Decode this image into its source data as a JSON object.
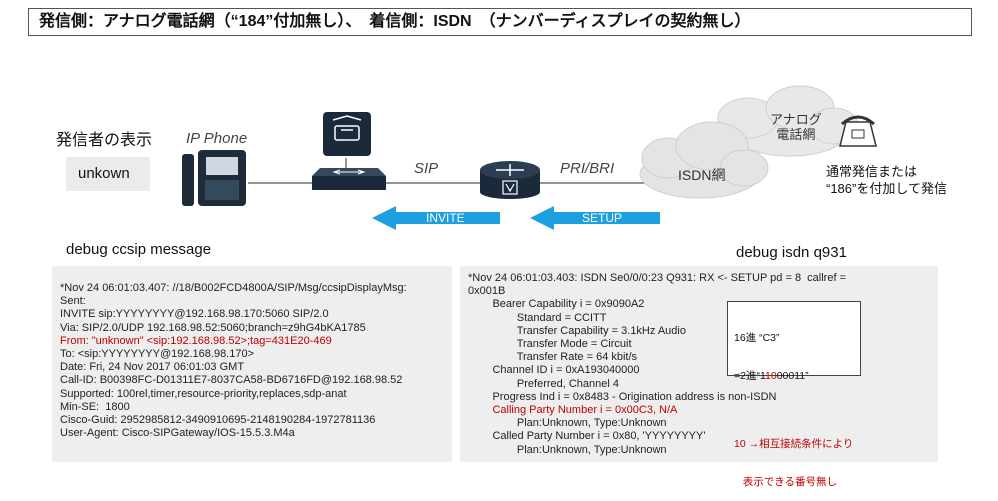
{
  "title": "発信側：アナログ電話網（“184”付加無し）、　着信側：ISDN　（ナンバーディスプレイの契約無し）",
  "caller_display": {
    "label": "発信者の表示",
    "value": "unkown"
  },
  "ip_phone_label": "IP Phone",
  "sip_label": "SIP",
  "pri_label": "PRI/BRI",
  "isdn_cloud": "ISDN網",
  "analog_cloud": [
    "アナログ",
    "電話網"
  ],
  "calling_note": [
    "通常発信または",
    "“186”を付加して発信"
  ],
  "invite_arrow": "INVITE",
  "setup_arrow": "SETUP",
  "debug_left_title": "debug ccsip message",
  "debug_right_title": "debug isdn q931",
  "ccsip_lines": [
    {
      "text": "*Nov 24 06:01:03.407: //18/B002FCD4800A/SIP/Msg/ccsipDisplayMsg:",
      "red": false
    },
    {
      "text": "Sent:",
      "red": false
    },
    {
      "text": "INVITE sip:YYYYYYYY@192.168.98.170:5060 SIP/2.0",
      "red": false
    },
    {
      "text": "Via: SIP/2.0/UDP 192.168.98.52:5060;branch=z9hG4bKA1785",
      "red": false
    },
    {
      "text": "From: \"unknown\" <sip:192.168.98.52>;tag=431E20-469",
      "red": true
    },
    {
      "text": "To: <sip:YYYYYYYY@192.168.98.170>",
      "red": false
    },
    {
      "text": "Date: Fri, 24 Nov 2017 06:01:03 GMT",
      "red": false
    },
    {
      "text": "Call-ID: B00398FC-D01311E7-8037CA58-BD6716FD@192.168.98.52",
      "red": false
    },
    {
      "text": "Supported: 100rel,timer,resource-priority,replaces,sdp-anat",
      "red": false
    },
    {
      "text": "Min-SE:  1800",
      "red": false
    },
    {
      "text": "Cisco-Guid: 2952985812-3490910695-2148190284-1972781136",
      "red": false
    },
    {
      "text": "User-Agent: Cisco-SIPGateway/IOS-15.5.3.M4a",
      "red": false
    }
  ],
  "q931_lines": [
    {
      "text": "*Nov 24 06:01:03.403: ISDN Se0/0/0:23 Q931: RX <- SETUP pd = 8  callref =",
      "red": false
    },
    {
      "text": "0x001B",
      "red": false
    },
    {
      "text": "        Bearer Capability i = 0x9090A2",
      "red": false
    },
    {
      "text": "                Standard = CCITT",
      "red": false
    },
    {
      "text": "                Transfer Capability = 3.1kHz Audio",
      "red": false
    },
    {
      "text": "                Transfer Mode = Circuit",
      "red": false
    },
    {
      "text": "                Transfer Rate = 64 kbit/s",
      "red": false
    },
    {
      "text": "        Channel ID i = 0xA193040000",
      "red": false
    },
    {
      "text": "                Preferred, Channel 4",
      "red": false
    },
    {
      "text": "        Progress Ind i = 0x8483 - Origination address is non-ISDN",
      "red": false
    },
    {
      "text": "        Calling Party Number i = 0x00C3, N/A",
      "red": true
    },
    {
      "text": "                Plan:Unknown, Type:Unknown",
      "red": false
    },
    {
      "text": "        Called Party Number i = 0x80, 'YYYYYYYY'",
      "red": false
    },
    {
      "text": "                Plan:Unknown, Type:Unknown",
      "red": false
    }
  ],
  "annotation": {
    "line1": "16進 “C3”",
    "line2_prefix": "=2進“1",
    "line2_red": "10",
    "line2_suffix": "00011”",
    "line3": "10 →相互接続条件により",
    "line4": "   表示できる番号無し"
  },
  "colors": {
    "arrow": "#1e9fe0",
    "red": "#c00000",
    "cloud": "#e4e4e4",
    "device": "#1a2a3a"
  }
}
